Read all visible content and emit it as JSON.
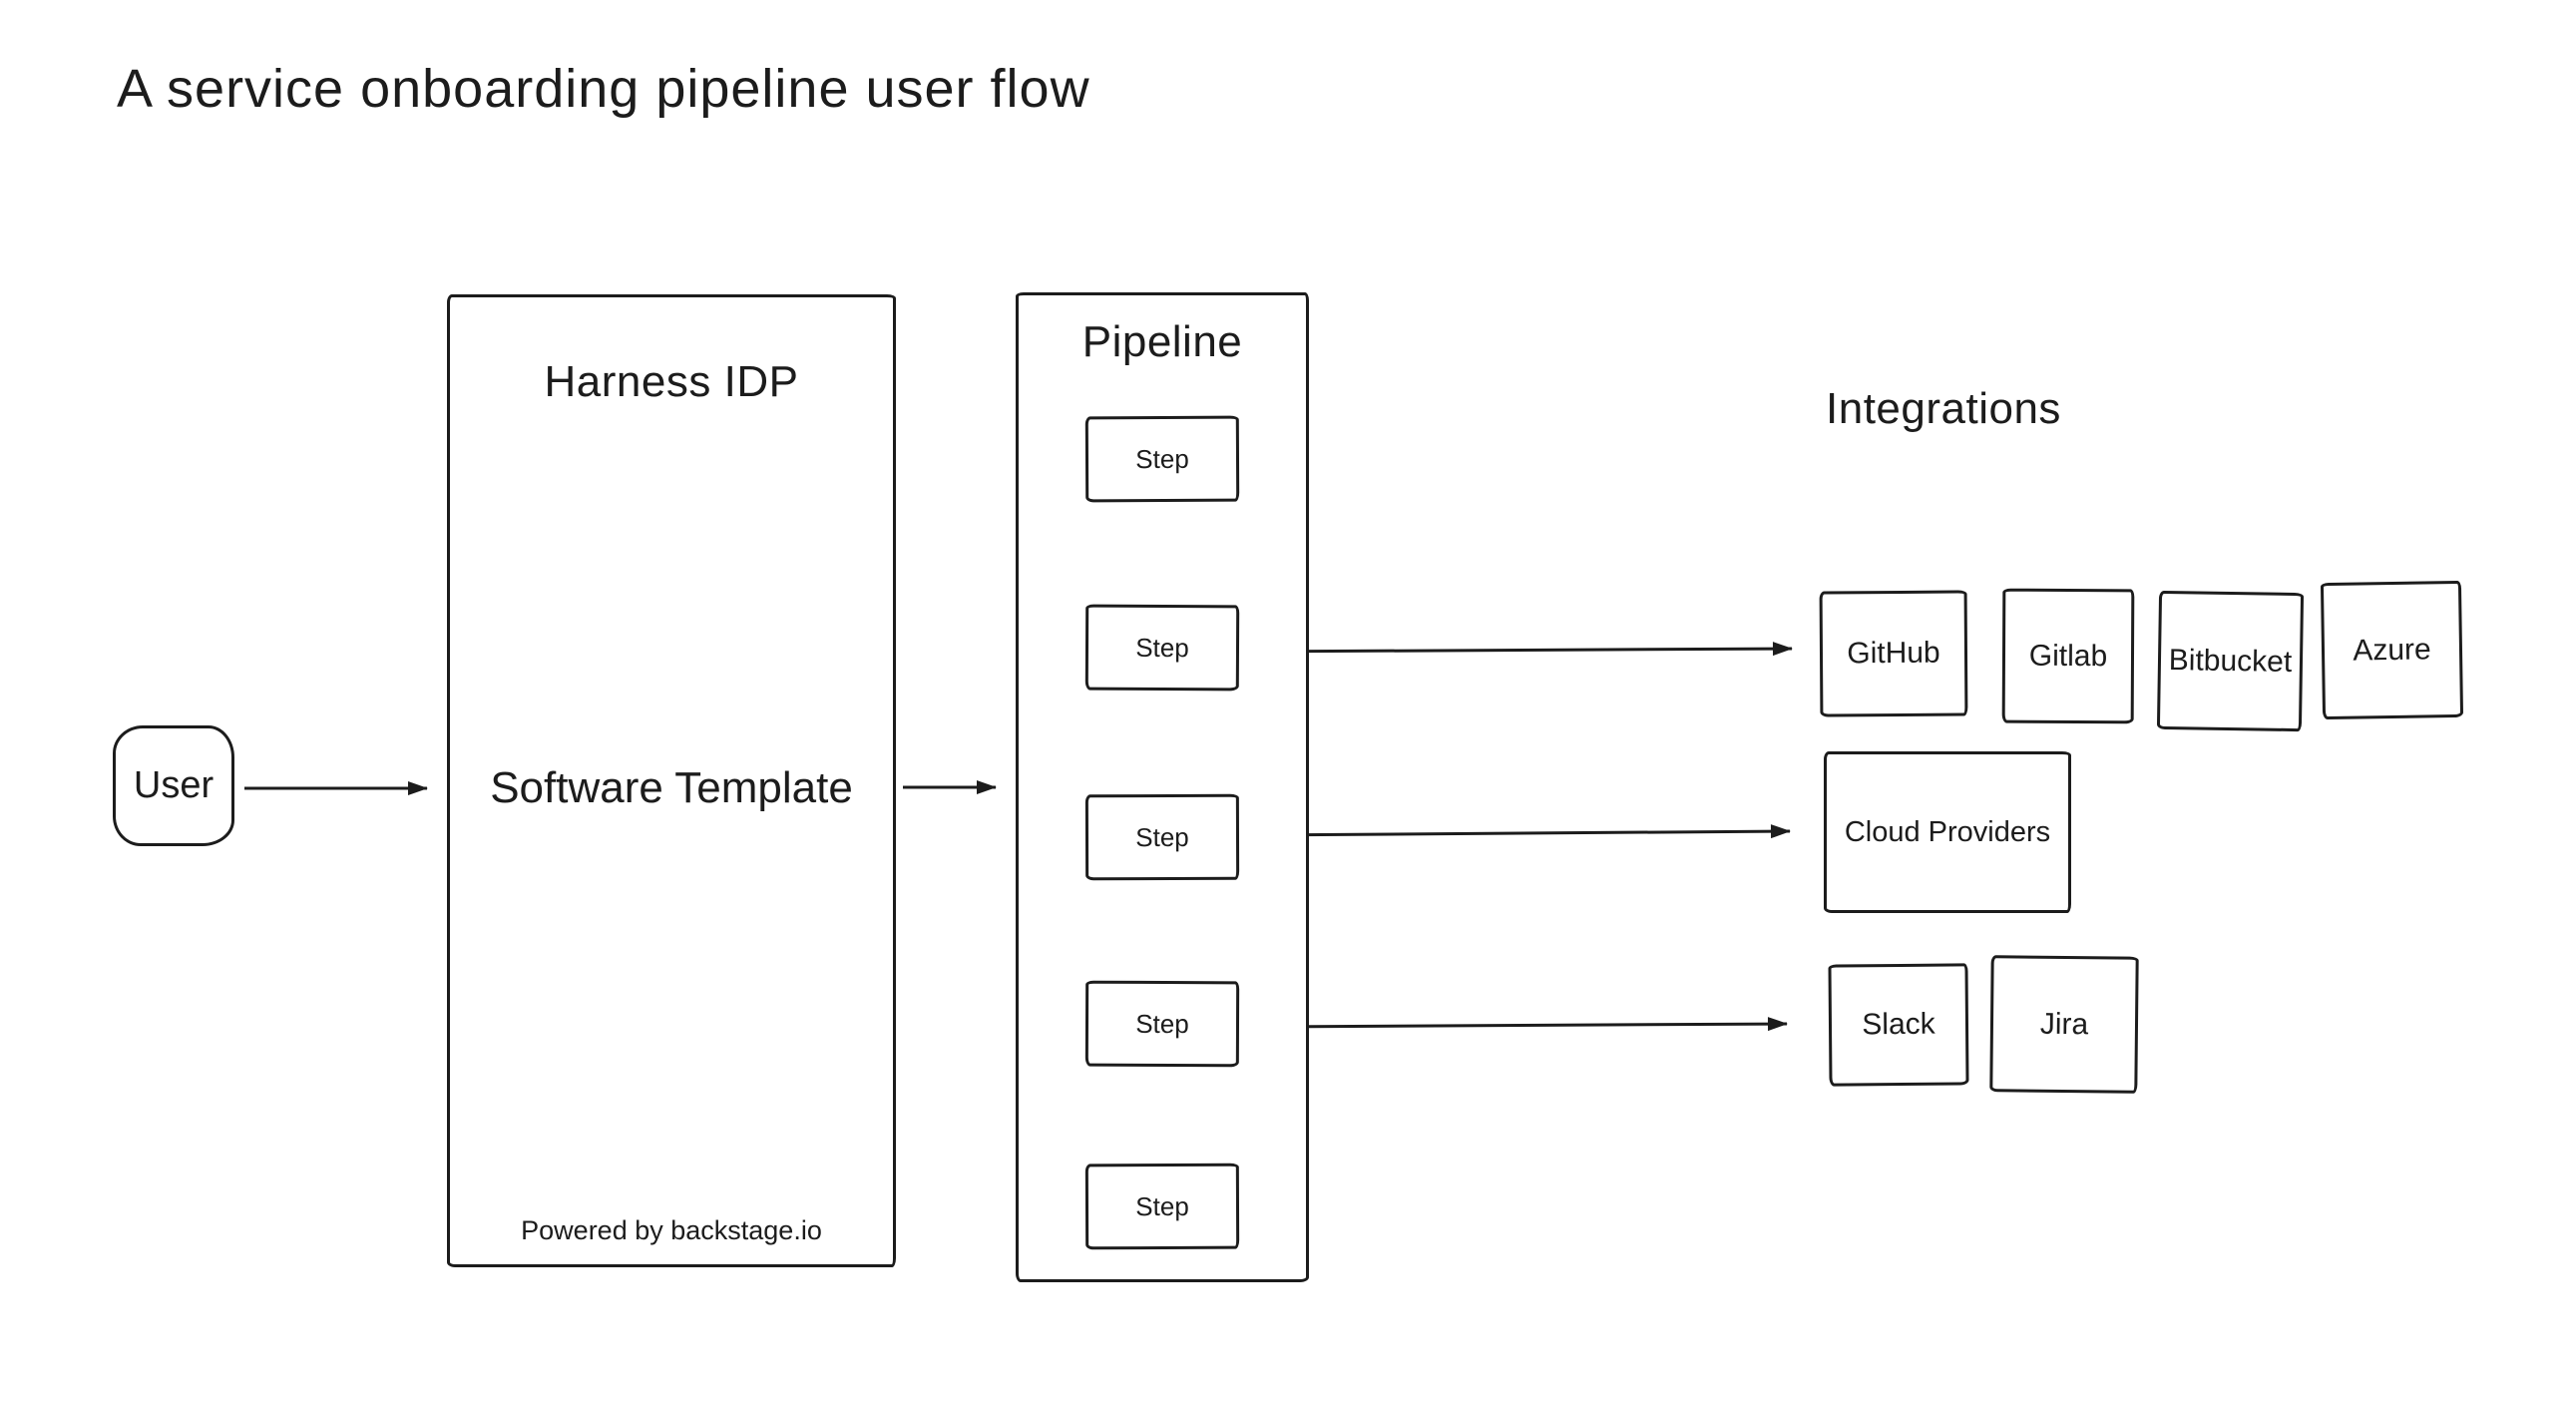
{
  "title": "A service onboarding pipeline user flow",
  "colors": {
    "ink": "#1c1c1c",
    "background": "#ffffff"
  },
  "user_node": {
    "label": "User"
  },
  "harness_box": {
    "title": "Harness IDP",
    "center_label": "Software Template",
    "footer": "Powered by backstage.io"
  },
  "pipeline": {
    "title": "Pipeline",
    "steps": [
      {
        "label": "Step"
      },
      {
        "label": "Step"
      },
      {
        "label": "Step"
      },
      {
        "label": "Step"
      },
      {
        "label": "Step"
      }
    ]
  },
  "integrations": {
    "heading": "Integrations",
    "scm_row": [
      {
        "label": "GitHub"
      },
      {
        "label": "Gitlab"
      },
      {
        "label": "Bitbucket"
      },
      {
        "label": "Azure"
      }
    ],
    "cloud_row": [
      {
        "label": "Cloud Providers"
      }
    ],
    "collab_row": [
      {
        "label": "Slack"
      },
      {
        "label": "Jira"
      }
    ]
  }
}
